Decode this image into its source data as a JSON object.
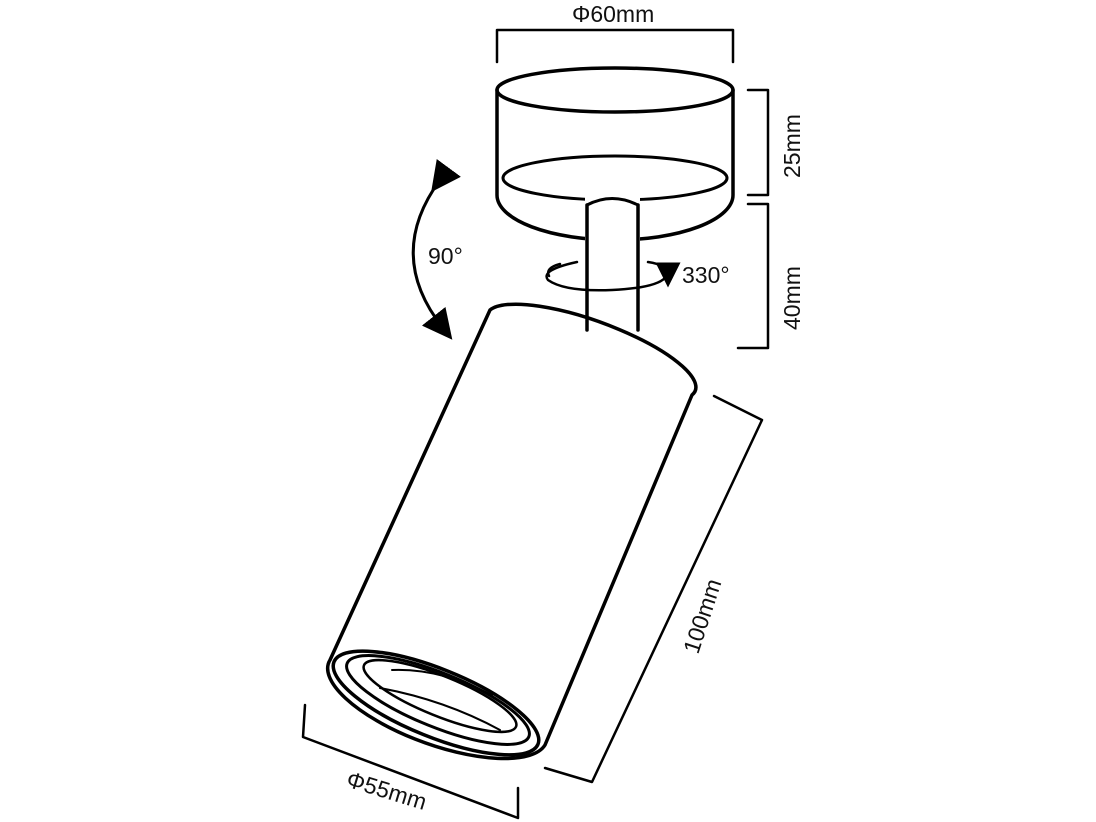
{
  "dimensions": {
    "base_diameter": "Φ60mm",
    "base_height": "25mm",
    "stem_height": "40mm",
    "body_length": "100mm",
    "body_diameter": "Φ55mm"
  },
  "angles": {
    "tilt": "90°",
    "rotation": "330°"
  },
  "colors": {
    "line": "#000000",
    "background": "#ffffff"
  }
}
